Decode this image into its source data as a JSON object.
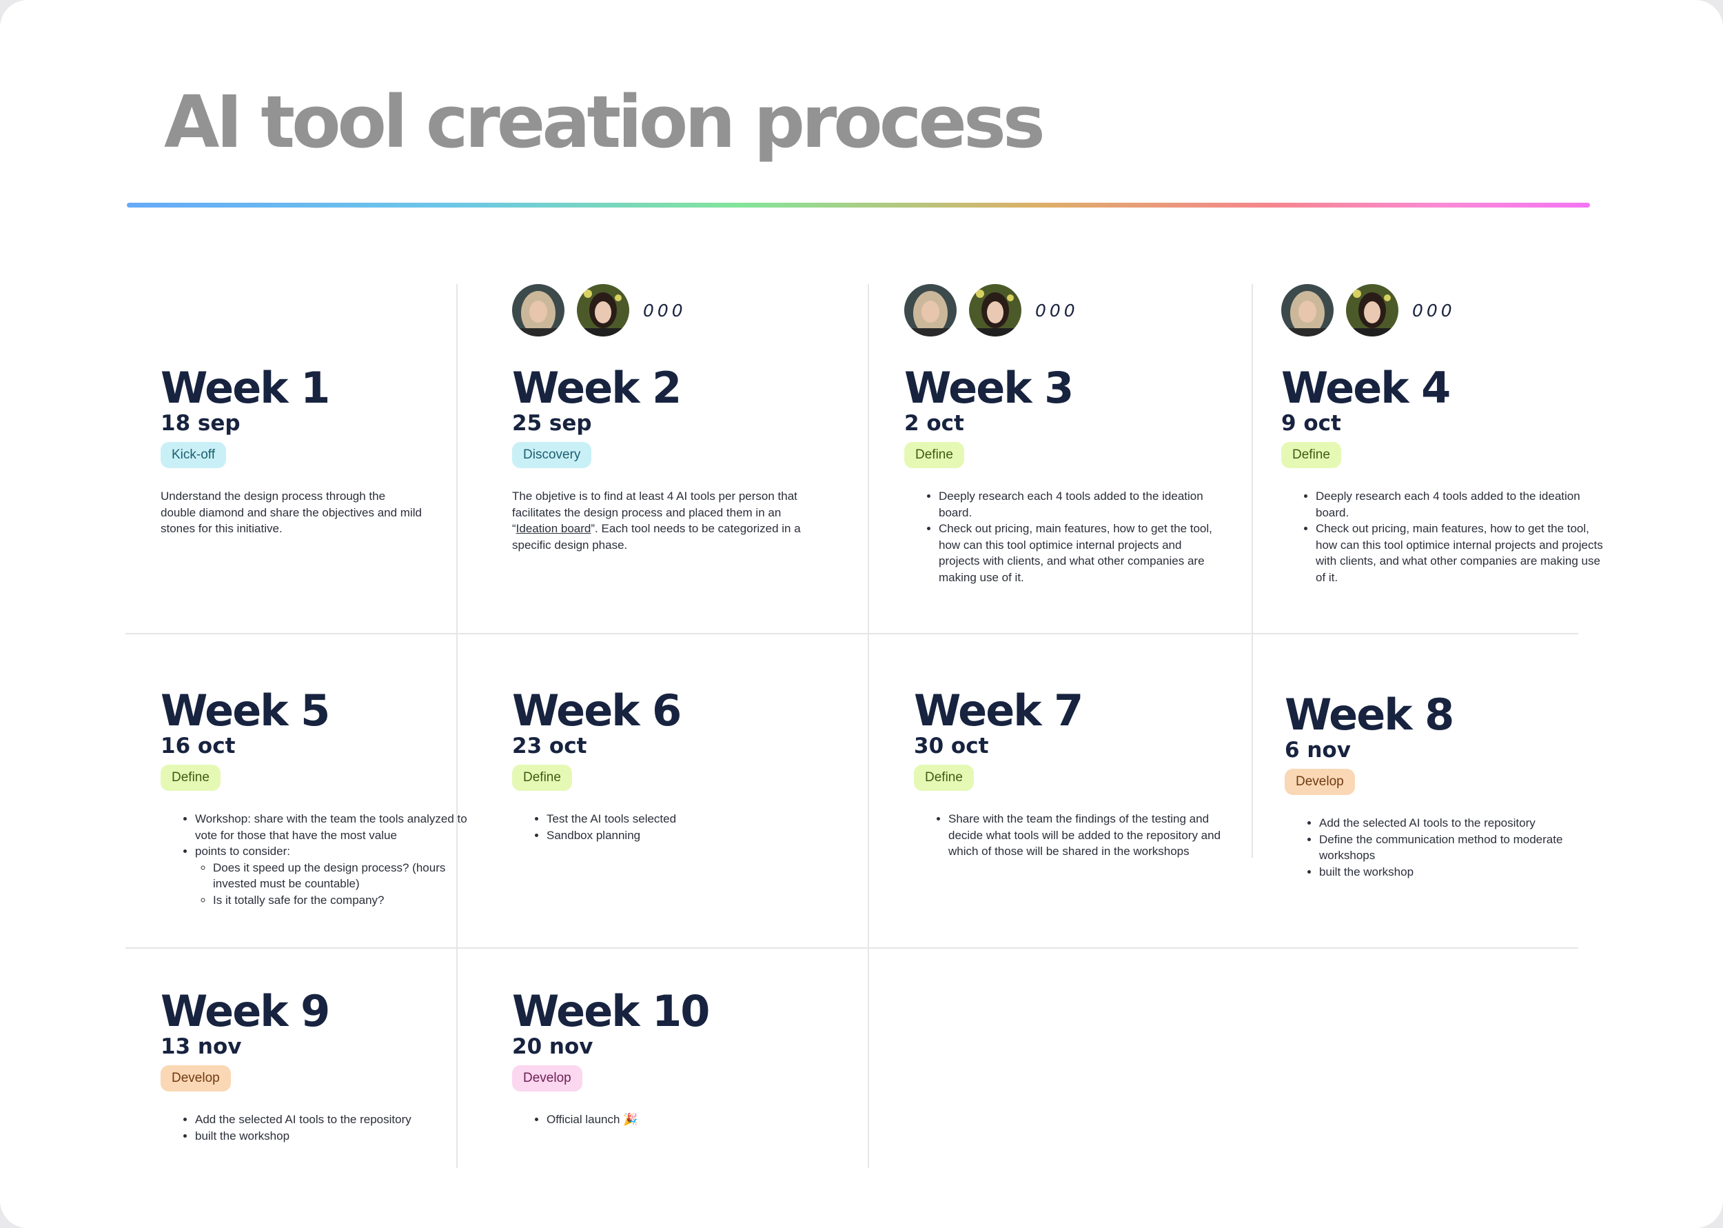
{
  "title": "AI tool creation process",
  "more_label": "000",
  "weeks": {
    "w1": {
      "title": "Week 1",
      "date": "18 sep",
      "tag": "Kick-off",
      "description": "Understand the design process through the double diamond and share the objectives and mild stones for this initiative."
    },
    "w2": {
      "title": "Week 2",
      "date": "25 sep",
      "tag": "Discovery",
      "desc_before": "The objetive is to find at least 4 AI tools per person that facilitates the design process and placed them in an “",
      "desc_link": "Ideation board",
      "desc_after": "”. Each tool needs to be categorized in a specific design phase."
    },
    "w3": {
      "title": "Week 3",
      "date": "2 oct",
      "tag": "Define",
      "bullets": [
        "Deeply research each 4 tools added to the ideation board.",
        "Check out pricing, main features, how to get the tool, how can this tool optimice internal projects and projects with clients, and what other companies are making use of it."
      ]
    },
    "w4": {
      "title": "Week 4",
      "date": "9 oct",
      "tag": "Define",
      "bullets": [
        "Deeply research each 4 tools added to the ideation board.",
        "Check out pricing, main features, how to get the tool, how can this tool optimice internal projects and projects with clients, and what other companies are making use of it."
      ]
    },
    "w5": {
      "title": "Week 5",
      "date": "16 oct",
      "tag": "Define",
      "bullets": [
        "Workshop: share with the team the tools analyzed to vote for those that have the most value",
        "points to consider:"
      ],
      "sub_bullets": [
        "Does it speed up the design process? (hours invested must be countable)",
        "Is it totally safe for the company?"
      ]
    },
    "w6": {
      "title": "Week 6",
      "date": "23 oct",
      "tag": "Define",
      "bullets": [
        "Test the AI tools selected",
        "Sandbox planning"
      ]
    },
    "w7": {
      "title": "Week 7",
      "date": "30 oct",
      "tag": "Define",
      "bullets": [
        "Share with the team the findings of the testing and decide what tools will be added to the repository and which of those will be shared in the workshops"
      ]
    },
    "w8": {
      "title": "Week 8",
      "date": "6 nov",
      "tag": "Develop",
      "bullets": [
        "Add the selected AI tools to the repository",
        "Define the communication method to moderate workshops",
        "built the workshop"
      ]
    },
    "w9": {
      "title": "Week 9",
      "date": "13 nov",
      "tag": "Develop",
      "bullets": [
        "Add the selected AI tools to the repository",
        "built the workshop"
      ]
    },
    "w10": {
      "title": "Week 10",
      "date": "20 nov",
      "tag": "Develop",
      "bullets": [
        "Official launch 🎉"
      ]
    }
  },
  "colors": {
    "title": "#939393",
    "heading": "#17233f",
    "kickoff_bg": "#caf0f7",
    "define_bg": "#e5f9b5",
    "develop_bg": "#fad7b5",
    "launch_bg": "#fbd7f0"
  }
}
